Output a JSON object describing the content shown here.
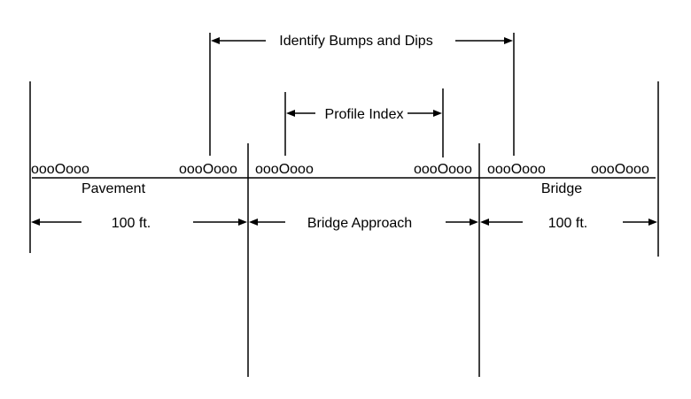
{
  "labels": {
    "identify_bumps": "Identify Bumps and Dips",
    "profile_index": "Profile Index",
    "pavement": "Pavement",
    "bridge": "Bridge",
    "approach_left": "100 ft.",
    "bridge_approach": "Bridge Approach",
    "approach_right": "100 ft."
  },
  "wheel_markers": [
    "oooOooo",
    "oooOooo",
    "oooOooo",
    "oooOooo",
    "oooOooo",
    "oooOooo"
  ]
}
